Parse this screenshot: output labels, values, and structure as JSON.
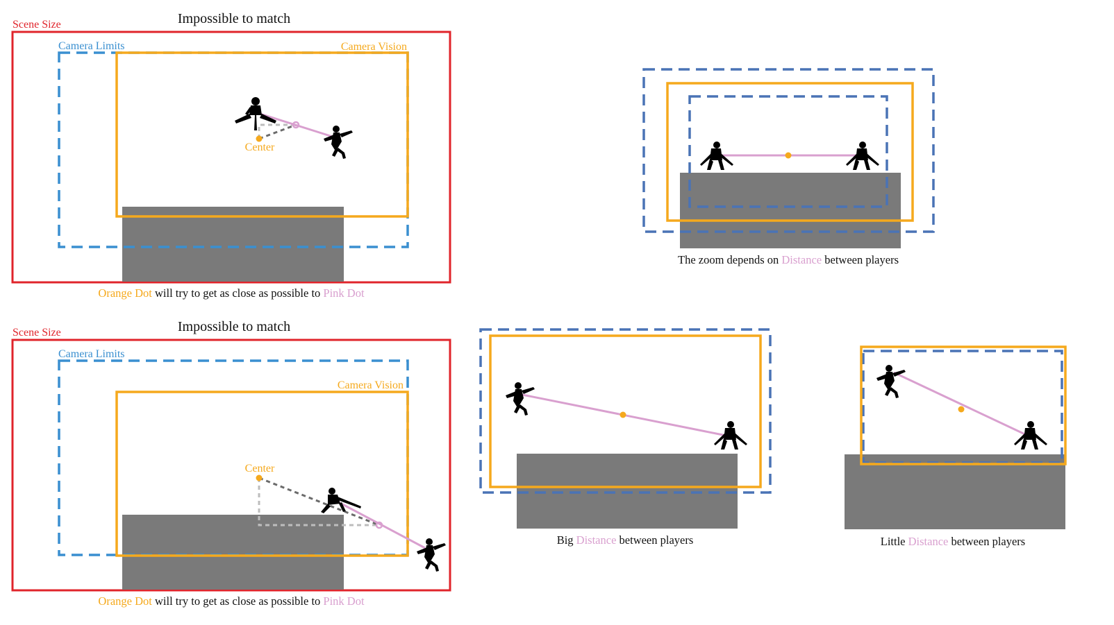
{
  "colors": {
    "scene": "#e0242b",
    "limits_light": "#3a8fd0",
    "limits_dark": "#4a73b5",
    "vision": "#f5a91d",
    "pink": "#d9a0cf",
    "ground": "#7a7a7a",
    "dash_dark": "#6b6b6b",
    "dash_light": "#bdbdbd",
    "text": "#111111"
  },
  "panel_top_left": {
    "title": "Impossible to match",
    "scene_label": "Scene Size",
    "limits_label": "Camera Limits",
    "vision_label": "Camera Vision",
    "center_label": "Center",
    "caption": {
      "part1": "Orange Dot",
      "part2": " will try to get as close as possible to ",
      "part3": "Pink Dot"
    }
  },
  "panel_bottom_left": {
    "title": "Impossible to match",
    "scene_label": "Scene Size",
    "limits_label": "Camera Limits",
    "vision_label": "Camera Vision",
    "center_label": "Center",
    "caption": {
      "part1": "Orange Dot",
      "part2": " will try to get as close as possible to ",
      "part3": "Pink Dot"
    }
  },
  "panel_zoom": {
    "caption": {
      "part1": "The zoom depends on ",
      "part2": "Distance",
      "part3": " between players"
    }
  },
  "panel_big": {
    "caption": {
      "part1": "Big ",
      "part2": "Distance",
      "part3": " between players"
    }
  },
  "panel_little": {
    "caption": {
      "part1": "Little ",
      "part2": "Distance",
      "part3": " between players"
    }
  }
}
